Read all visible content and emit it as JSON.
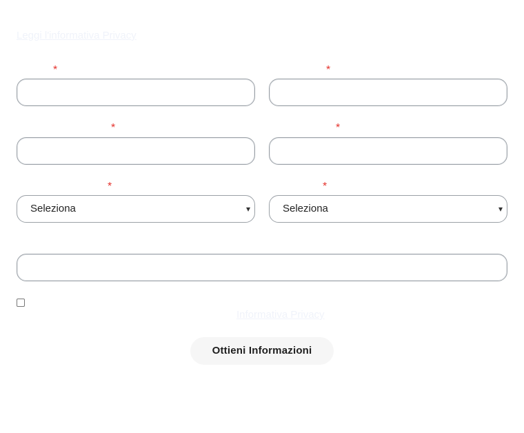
{
  "form": {
    "privacy_notice_link": "Leggi l'informativa Privacy",
    "required_mark": "*",
    "select_placeholder_1": "Seleziona",
    "select_placeholder_2": "Seleziona",
    "privacy_link": "Informativa Privacy",
    "submit_label": "Ottieni Informazioni"
  }
}
